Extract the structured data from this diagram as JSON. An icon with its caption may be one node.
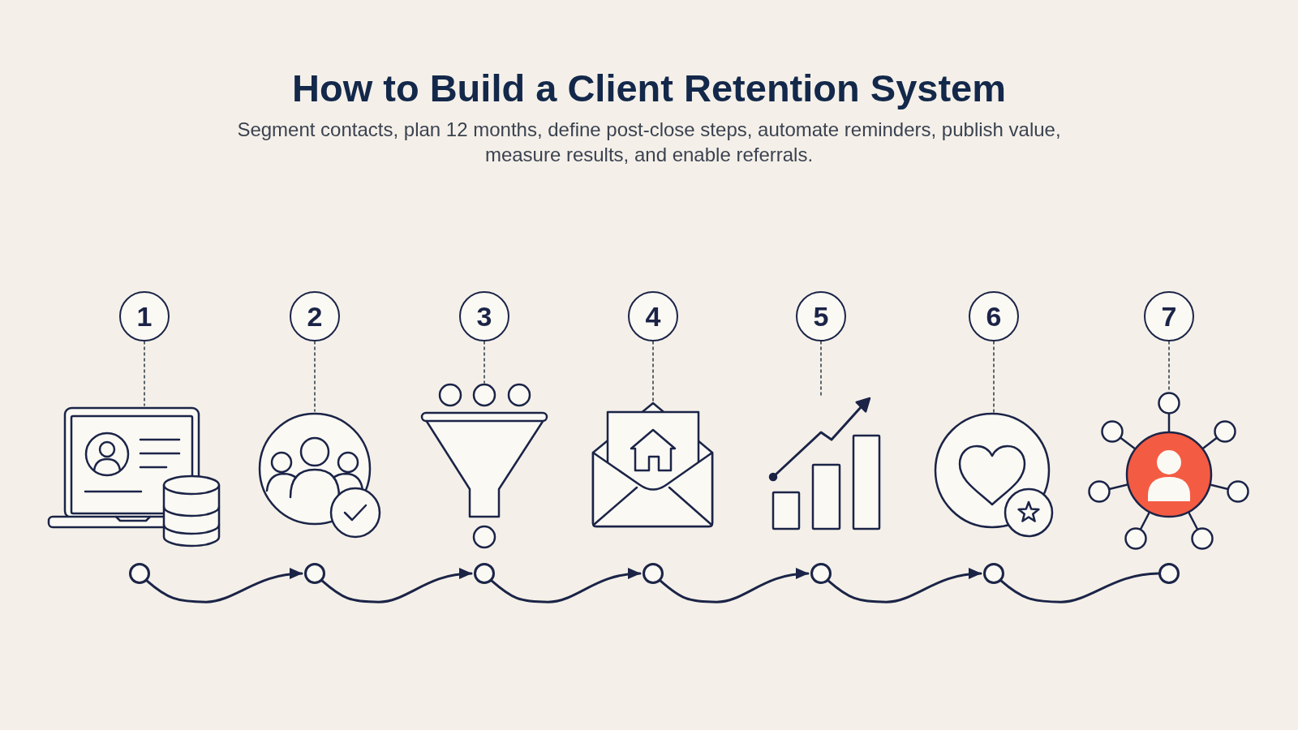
{
  "diagram": {
    "title": "How to Build a Client Retention System",
    "nodes": [
      {
        "text": [
          "1"
        ]
      },
      {
        "text": [
          "2"
        ]
      },
      {
        "text": [
          "3"
        ]
      },
      {
        "text": [
          "4"
        ]
      },
      {
        "text": [
          "5"
        ]
      },
      {
        "text": [
          "6"
        ]
      },
      {
        "text": [
          "7"
        ]
      },
      {
        "text": [],
        "shape": "picture"
      },
      {
        "text": [],
        "shape": "picture"
      },
      {
        "text": [],
        "shape": "picture"
      },
      {
        "text": [],
        "shape": "picture"
      },
      {
        "text": [],
        "shape": "picture"
      },
      {
        "text": [],
        "shape": "picture"
      },
      {
        "text": [],
        "shape": "picture"
      },
      {
        "text": [],
        "shape": "circle"
      },
      {
        "text": [],
        "shape": "circle"
      },
      {
        "text": [],
        "shape": "circle"
      },
      {
        "text": [],
        "shape": "circle"
      },
      {
        "text": [],
        "shape": "circle"
      },
      {
        "text": [],
        "shape": "circle"
      },
      {
        "text": [],
        "shape": "circle"
      }
    ],
    "edges": [
      {
        "from": 0,
        "to": 7,
        "arrow": "none",
        "style": "dashed"
      },
      {
        "from": 1,
        "to": 8,
        "arrow": "none",
        "style": "dashed"
      },
      {
        "from": 2,
        "to": 9,
        "arrow": "none",
        "style": "dashed"
      },
      {
        "from": 3,
        "to": 10,
        "arrow": "none",
        "style": "dashed"
      },
      {
        "from": 4,
        "to": 11,
        "arrow": "none",
        "style": "dashed"
      },
      {
        "from": 5,
        "to": 12,
        "arrow": "none",
        "style": "dashed"
      },
      {
        "from": 6,
        "to": 13,
        "arrow": "none",
        "style": "dashed"
      },
      {
        "from": 14,
        "to": 15,
        "arrow": "to"
      },
      {
        "from": 15,
        "to": 16,
        "arrow": "to"
      },
      {
        "from": 16,
        "to": 17,
        "arrow": "to"
      },
      {
        "from": 17,
        "to": 18,
        "arrow": "to"
      },
      {
        "from": 18,
        "to": 19,
        "arrow": "to"
      },
      {
        "from": 19,
        "to": 20,
        "arrow": "none"
      }
    ],
    "labels": [
      "Segment contacts, plan 12 months, define post-close steps, automate reminders, publish value, measure results, and enable referrals."
    ]
  }
}
